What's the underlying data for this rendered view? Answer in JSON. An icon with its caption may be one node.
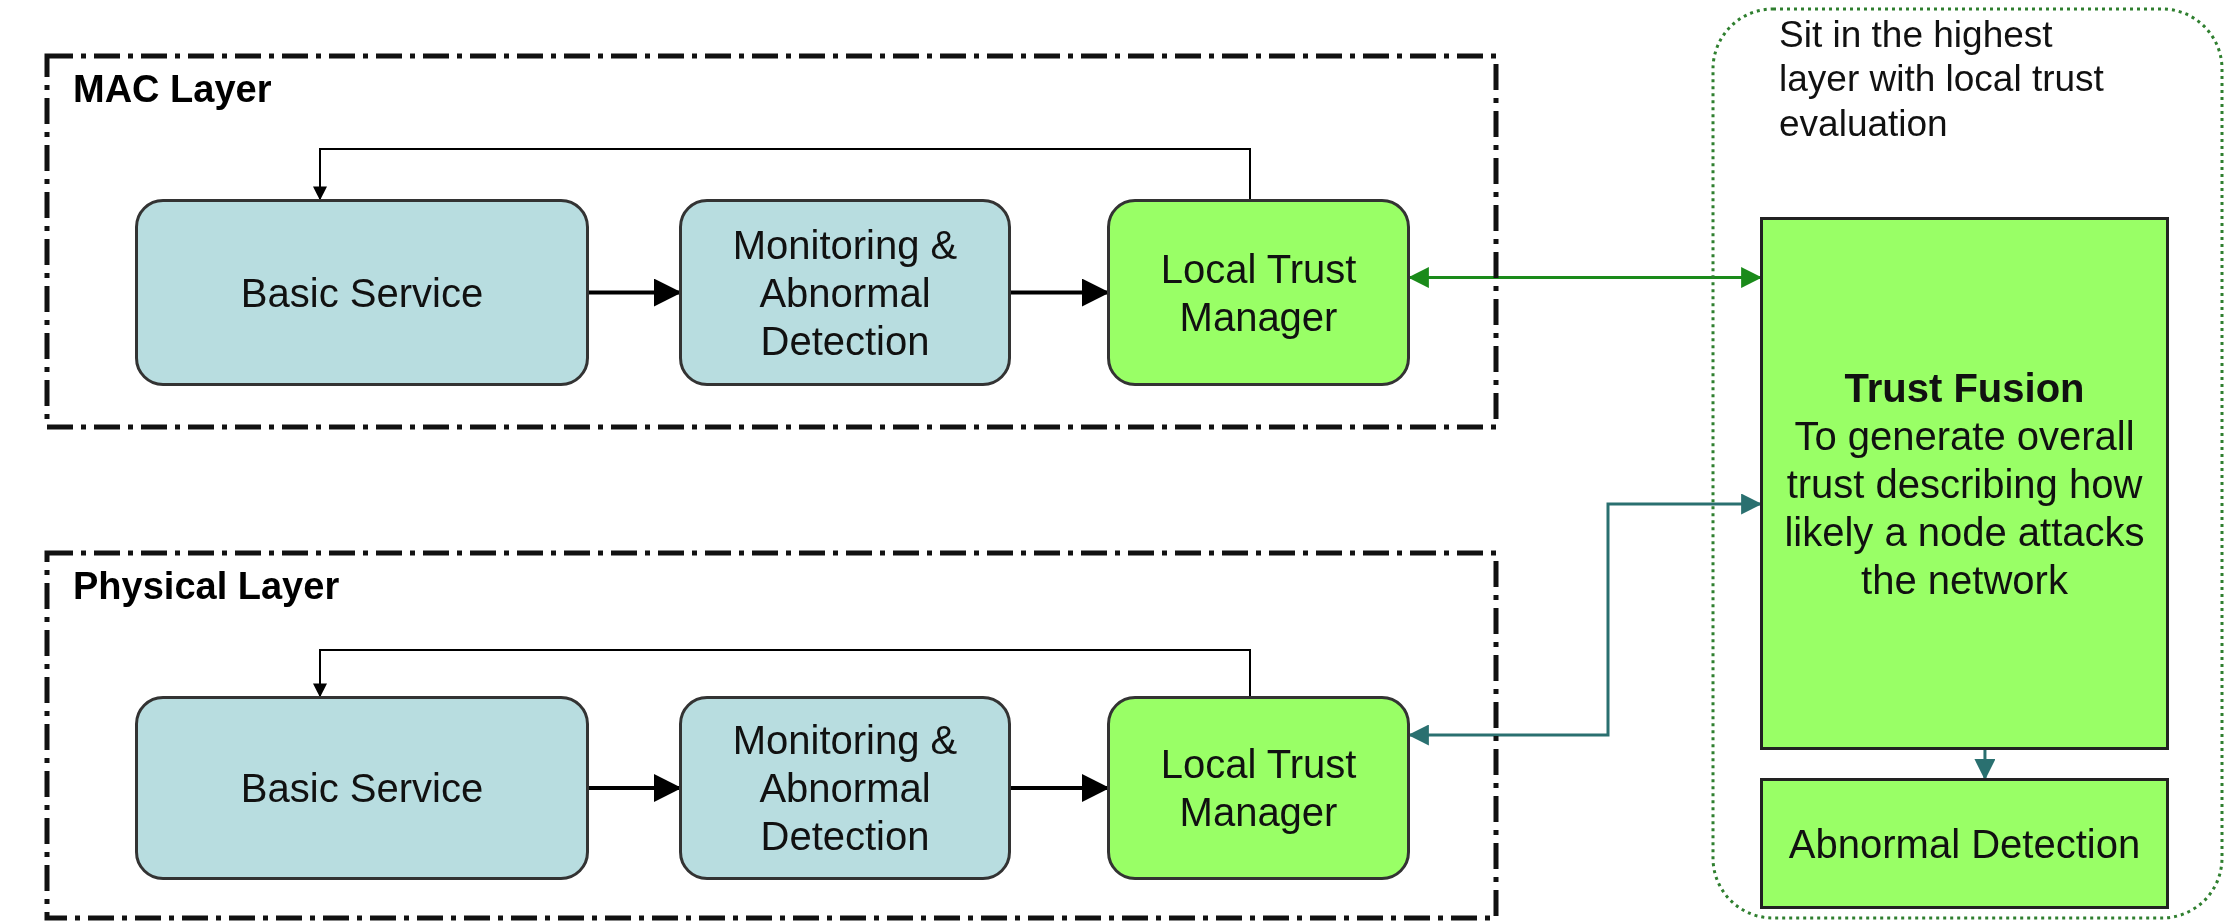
{
  "diagram": {
    "nodes": [
      {
        "text": [
          "MAC Layer"
        ]
      },
      {
        "text": [
          "Basic Service"
        ],
        "in": 0
      },
      {
        "text": [
          "Monitoring & Abnormal Detection"
        ],
        "in": 0
      },
      {
        "text": [
          "Local Trust Manager"
        ],
        "in": 0
      },
      {
        "text": [
          "Physical Layer"
        ]
      },
      {
        "text": [
          "Basic Service"
        ],
        "in": 4
      },
      {
        "text": [
          "Monitoring & Abnormal Detection"
        ],
        "in": 4
      },
      {
        "text": [
          "Local Trust Manager"
        ],
        "in": 4
      },
      {
        "text": [
          "Sit in the highest layer with local trust evaluation"
        ]
      },
      {
        "text": [
          "Trust Fusion",
          "To generate overall trust describing how likely a node attacks the network"
        ],
        "in": 8
      },
      {
        "text": [
          "Abnormal Detection"
        ],
        "in": 8
      }
    ],
    "edges": [
      {
        "from": 1,
        "to": 2,
        "arrow": "to"
      },
      {
        "from": 2,
        "to": 3,
        "arrow": "to"
      },
      {
        "from": 3,
        "to": 1,
        "arrow": "to"
      },
      {
        "from": 5,
        "to": 6,
        "arrow": "to"
      },
      {
        "from": 6,
        "to": 7,
        "arrow": "to"
      },
      {
        "from": 7,
        "to": 5,
        "arrow": "to"
      },
      {
        "from": 3,
        "to": 9,
        "arrow": "both",
        "color": "#1a8a1a"
      },
      {
        "from": 7,
        "to": 9,
        "arrow": "both",
        "color": "#2a7070"
      },
      {
        "from": 9,
        "to": 10,
        "arrow": "to",
        "color": "#2a7070"
      }
    ]
  }
}
